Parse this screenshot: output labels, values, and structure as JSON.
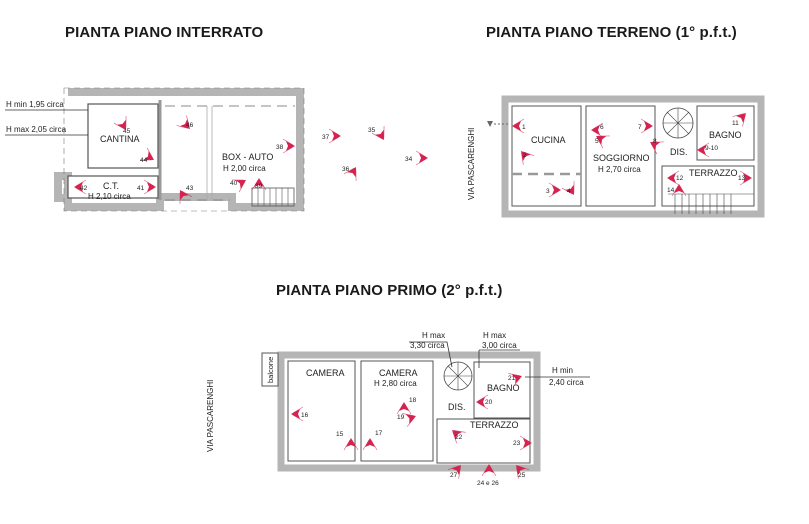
{
  "titles": {
    "interrato": "PIANTA PIANO INTERRATO",
    "terreno": "PIANTA PIANO TERRENO (1° p.f.t.)",
    "primo": "PIANTA PIANO PRIMO (2° p.f.t.)"
  },
  "colors": {
    "wall": "#b5b5b5",
    "wall_edge": "#7a7a7a",
    "marker": "#d4234f"
  },
  "interrato": {
    "heights": [
      "H min 1,95 circa",
      "H max 2,05 circa"
    ],
    "rooms": [
      {
        "name": "CANTINA",
        "height": ""
      },
      {
        "name": "C.T.",
        "height": "H 2,10 circa"
      },
      {
        "name": "BOX - AUTO",
        "height": "H 2,00 circa"
      }
    ],
    "markers": [
      "34",
      "35",
      "36",
      "37",
      "38",
      "39",
      "40",
      "41",
      "42",
      "43",
      "44",
      "45",
      "46"
    ]
  },
  "terreno": {
    "street": "VIA PASCARENGHI",
    "rooms": [
      {
        "name": "CUCINA",
        "height": ""
      },
      {
        "name": "SOGGIORNO",
        "height": "H 2,70 circa"
      },
      {
        "name": "BAGNO",
        "height": ""
      },
      {
        "name": "DIS.",
        "height": ""
      },
      {
        "name": "TERRAZZO",
        "height": ""
      }
    ],
    "markers": [
      "1",
      "2",
      "3",
      "4",
      "5",
      "6",
      "7",
      "8",
      "9-10",
      "11",
      "12",
      "13",
      "14"
    ]
  },
  "primo": {
    "street": "VIA PASCARENGHI",
    "balcony": "balcone",
    "heights": {
      "hmax1_label": "H max",
      "hmax1_value": "3,30 circa",
      "hmax2_label": "H max",
      "hmax2_value": "3,00 circa",
      "hmin_label": "H min",
      "hmin_value": "2,40 circa"
    },
    "rooms": [
      {
        "name": "CAMERA",
        "height": ""
      },
      {
        "name": "CAMERA",
        "height": "H 2,80 circa"
      },
      {
        "name": "BAGNO",
        "height": ""
      },
      {
        "name": "DIS.",
        "height": ""
      },
      {
        "name": "TERRAZZO",
        "height": ""
      }
    ],
    "markers": [
      "15",
      "16",
      "17",
      "18",
      "19",
      "20",
      "21",
      "22",
      "23",
      "24 e 26",
      "25",
      "27"
    ]
  }
}
